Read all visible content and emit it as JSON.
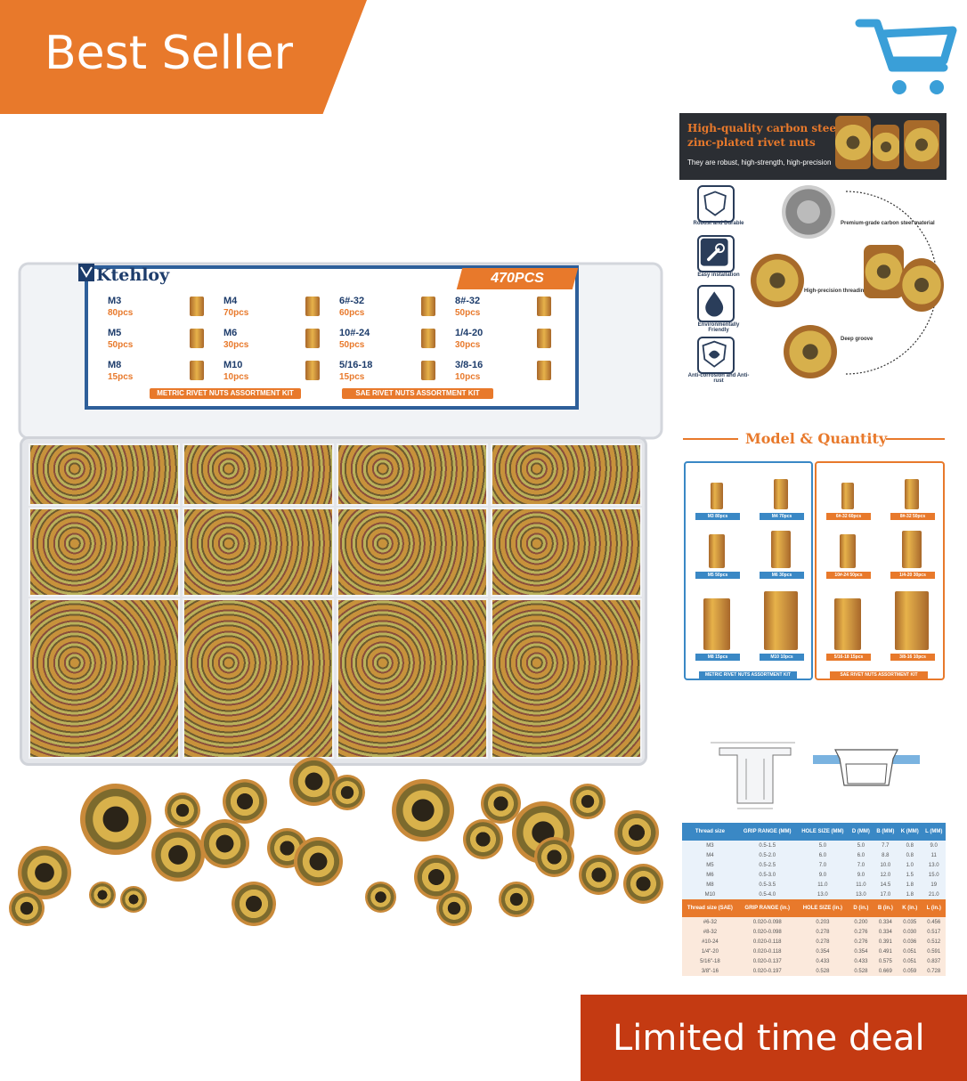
{
  "badge": {
    "label": "Best Seller",
    "color": "#e8792b"
  },
  "cart": {
    "icon": "shopping-cart-icon",
    "color": "#3a9fd8"
  },
  "product": {
    "brand": "Ktehloy",
    "total": "470PCS",
    "lid_cells": [
      {
        "size": "M3",
        "pcs": "80pcs"
      },
      {
        "size": "M4",
        "pcs": "70pcs"
      },
      {
        "size": "6#-32",
        "pcs": "60pcs"
      },
      {
        "size": "8#-32",
        "pcs": "50pcs"
      },
      {
        "size": "M5",
        "pcs": "50pcs"
      },
      {
        "size": "M6",
        "pcs": "30pcs"
      },
      {
        "size": "10#-24",
        "pcs": "50pcs"
      },
      {
        "size": "1/4-20",
        "pcs": "30pcs"
      },
      {
        "size": "M8",
        "pcs": "15pcs"
      },
      {
        "size": "M10",
        "pcs": "10pcs"
      },
      {
        "size": "5/16-18",
        "pcs": "15pcs"
      },
      {
        "size": "3/8-16",
        "pcs": "10pcs"
      }
    ],
    "metric_kit": "METRIC RIVET NUTS ASSORTMENT KIT",
    "sae_kit": "SAE RIVET NUTS ASSORTMENT KIT"
  },
  "info_panel": {
    "title_line1": "High-quality carbon steel",
    "title_line2": "zinc-plated rivet nuts",
    "subtitle": "They are robust, high-strength, high-precision",
    "features": [
      {
        "icon": "shield-icon",
        "label": "Robust and Durable"
      },
      {
        "icon": "wrench-icon",
        "label": "Easy installation"
      },
      {
        "icon": "water-drop-icon",
        "label": "Environmentally Friendly"
      },
      {
        "icon": "leaf-shield-icon",
        "label": "Anti-corrosion and Anti-rust"
      }
    ],
    "callouts": [
      {
        "title": "Premium-grade carbon steel material"
      },
      {
        "title": "High-precision threading"
      },
      {
        "title": "Deep groove"
      }
    ]
  },
  "model_quantity": {
    "title": "Model & Quantity",
    "metric": [
      {
        "size": "M3",
        "pcs": "80pcs"
      },
      {
        "size": "M4",
        "pcs": "70pcs"
      },
      {
        "size": "M5",
        "pcs": "50pcs"
      },
      {
        "size": "M6",
        "pcs": "30pcs"
      },
      {
        "size": "M8",
        "pcs": "15pcs"
      },
      {
        "size": "M10",
        "pcs": "10pcs"
      }
    ],
    "sae": [
      {
        "size": "6#-32",
        "pcs": "60pcs"
      },
      {
        "size": "8#-32",
        "pcs": "50pcs"
      },
      {
        "size": "10#-24",
        "pcs": "50pcs"
      },
      {
        "size": "1/4-20",
        "pcs": "30pcs"
      },
      {
        "size": "5/16-18",
        "pcs": "15pcs"
      },
      {
        "size": "3/8-16",
        "pcs": "10pcs"
      }
    ],
    "metric_footer": "METRIC RIVET NUTS ASSORTMENT KIT",
    "sae_footer": "SAE RIVET NUTS ASSORTMENT KIT"
  },
  "spec_table": {
    "metric_header": [
      "Thread size",
      "GRIP RANGE (MM)",
      "HOLE SIZE (MM)",
      "D (MM)",
      "B (MM)",
      "K (MM)",
      "L (MM)"
    ],
    "metric_rows": [
      [
        "M3",
        "0.5-1.5",
        "5.0",
        "5.0",
        "7.7",
        "0.8",
        "9.0"
      ],
      [
        "M4",
        "0.5-2.0",
        "6.0",
        "6.0",
        "8.8",
        "0.8",
        "11"
      ],
      [
        "M5",
        "0.5-2.5",
        "7.0",
        "7.0",
        "10.0",
        "1.0",
        "13.0"
      ],
      [
        "M6",
        "0.5-3.0",
        "9.0",
        "9.0",
        "12.0",
        "1.5",
        "15.0"
      ],
      [
        "M8",
        "0.5-3.5",
        "11.0",
        "11.0",
        "14.5",
        "1.8",
        "19"
      ],
      [
        "M10",
        "0.5-4.0",
        "13.0",
        "13.0",
        "17.0",
        "1.8",
        "21.0"
      ]
    ],
    "sae_header": [
      "Thread size (SAE)",
      "GRIP RANGE (in.)",
      "HOLE SIZE (in.)",
      "D (in.)",
      "B (in.)",
      "K (in.)",
      "L (in.)"
    ],
    "sae_rows": [
      [
        "#6-32",
        "0.020-0.098",
        "0.203",
        "0.200",
        "0.334",
        "0.035",
        "0.456"
      ],
      [
        "#8-32",
        "0.020-0.098",
        "0.278",
        "0.276",
        "0.334",
        "0.030",
        "0.517"
      ],
      [
        "#10-24",
        "0.020-0.118",
        "0.278",
        "0.276",
        "0.391",
        "0.036",
        "0.512"
      ],
      [
        "1/4\"-20",
        "0.020-0.118",
        "0.354",
        "0.354",
        "0.491",
        "0.051",
        "0.591"
      ],
      [
        "5/16\"-18",
        "0.020-0.137",
        "0.433",
        "0.433",
        "0.575",
        "0.051",
        "0.837"
      ],
      [
        "3/8\"-16",
        "0.020-0.197",
        "0.528",
        "0.528",
        "0.669",
        "0.059",
        "0.728"
      ]
    ]
  },
  "deal": {
    "label": "Limited time deal",
    "color": "#c43a12"
  }
}
